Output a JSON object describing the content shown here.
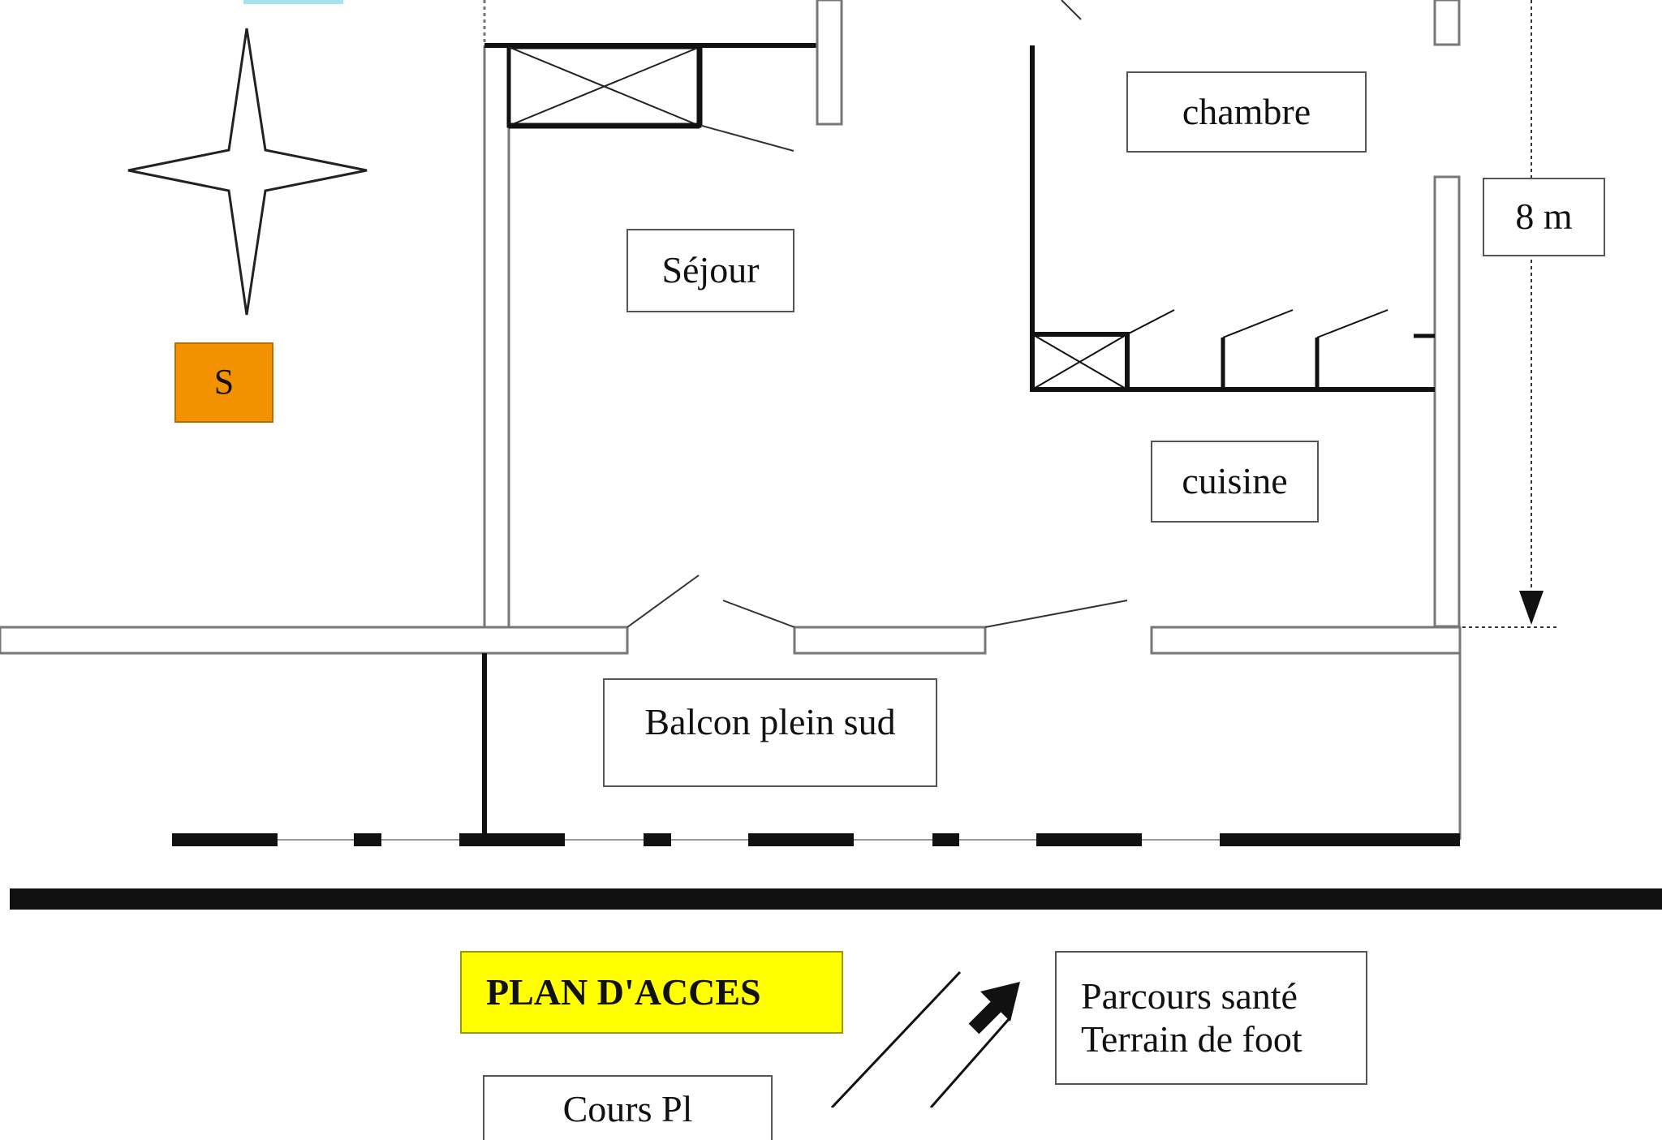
{
  "rooms": {
    "chambre": "chambre",
    "sejour": "Séjour",
    "cuisine": "cuisine",
    "balcon": "Balcon plein sud"
  },
  "dimension": {
    "label": "8 m"
  },
  "compass": {
    "south_label": "S",
    "south_color": "#f39200"
  },
  "access": {
    "title": "PLAN D'ACCES",
    "title_color": "#ffff00",
    "destination_lines": [
      "Parcours santé",
      "Terrain de foot"
    ],
    "partial_label": "Cours Pl"
  }
}
